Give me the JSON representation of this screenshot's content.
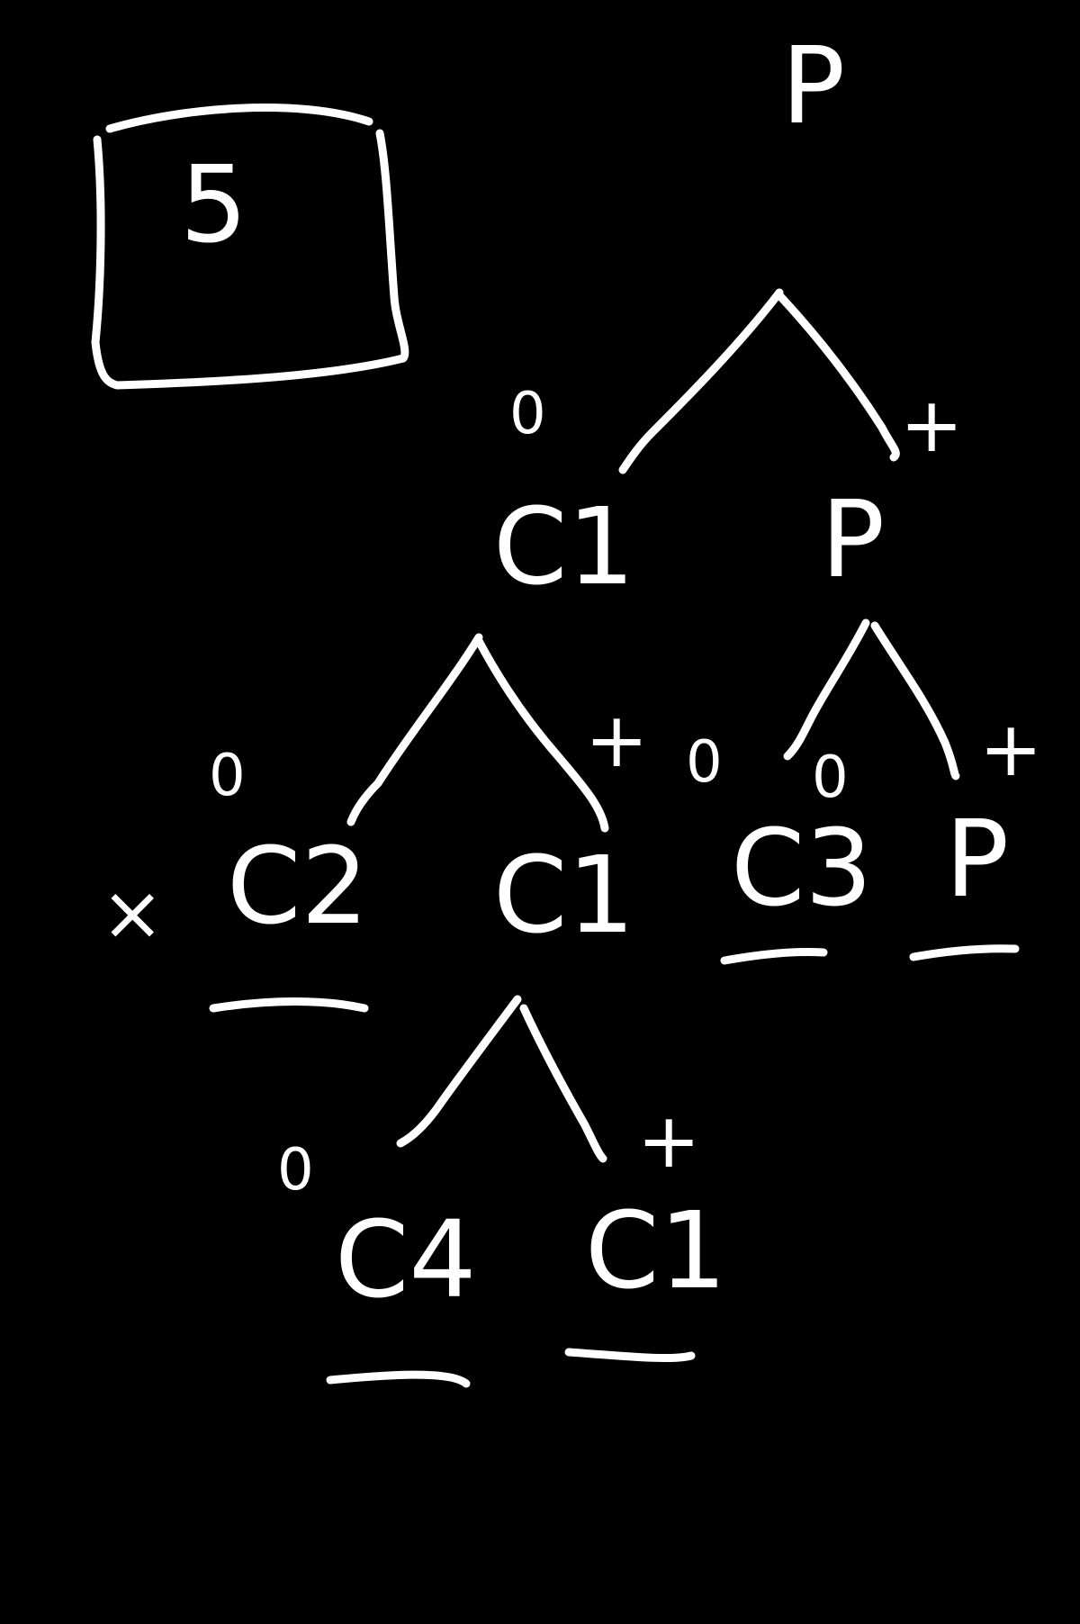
{
  "colors": {
    "background": "#000000",
    "ink": "#ffffff"
  },
  "boxed_number": "5",
  "nodes": {
    "root": "P",
    "c1_top": "C1",
    "p_mid": "P",
    "c2": "C2",
    "c1_mid": "C1",
    "c3": "C3",
    "p_right": "P",
    "c4": "C4",
    "c1_bottom": "C1"
  },
  "edge_labels": {
    "root_left": "0",
    "root_right": "+",
    "c1_left": "0",
    "c1_right": "+",
    "p_left": "0",
    "p_right": "+",
    "c1b_left": "0",
    "c1b_right": "+",
    "between": "0"
  },
  "marks": {
    "pruned": "×"
  }
}
